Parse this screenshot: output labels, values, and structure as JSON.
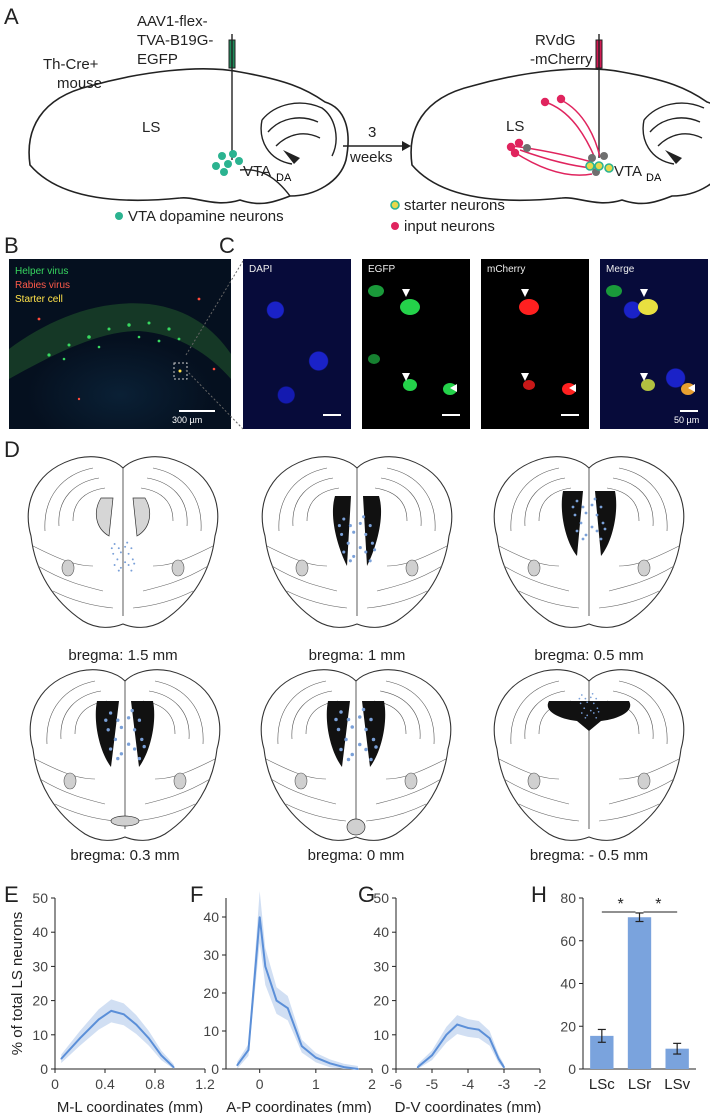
{
  "panelA": {
    "letter": "A",
    "mouse": "Th-Cre+ mouse",
    "mouse_l1": "Th-Cre+",
    "mouse_l2": "mouse",
    "virus1": [
      "AAV1-flex-",
      "TVA-B19G-",
      "EGFP"
    ],
    "region_ls": "LS",
    "vta": "VTA",
    "vta_sub": "DA",
    "weeks_num": "3",
    "weeks": "weeks",
    "legend_left": "VTA dopamine neurons",
    "virus2": [
      "RVdG",
      "-mCherry"
    ],
    "ls2": "LS",
    "legend_starter": "starter neurons",
    "legend_input": "input neurons",
    "colors": {
      "dopamine": "#2bb390",
      "starter": "#e8d84a",
      "input": "#e0245e",
      "gray": "#6f6f6f"
    }
  },
  "panelB": {
    "letter": "B",
    "labels": [
      {
        "text": "Helper virus",
        "color": "#38d860"
      },
      {
        "text": "Rabies virus",
        "color": "#ff5a4a"
      },
      {
        "text": "Starter cell",
        "color": "#ffe24a"
      }
    ],
    "scale": "300 µm"
  },
  "panelC": {
    "letter": "C",
    "tiles": [
      {
        "label": "DAPI",
        "scale": ""
      },
      {
        "label": "EGFP",
        "scale": ""
      },
      {
        "label": "mCherry",
        "scale": ""
      },
      {
        "label": "Merge",
        "scale": "50 µm"
      }
    ]
  },
  "panelD": {
    "letter": "D",
    "sections": [
      {
        "label": "bregma: 1.5 mm"
      },
      {
        "label": "bregma: 1 mm"
      },
      {
        "label": "bregma: 0.5 mm"
      },
      {
        "label": "bregma: 0.3 mm"
      },
      {
        "label": "bregma: 0 mm"
      },
      {
        "label": "bregma: - 0.5 mm"
      }
    ]
  },
  "chart_data": [
    {
      "panel": "E",
      "type": "line",
      "ylabel": "% of total LS neurons",
      "xlabel": "M-L coordinates (mm)",
      "xlim": [
        0,
        1.2
      ],
      "ylim": [
        0,
        50
      ],
      "xticks": [
        "0",
        "0.4",
        "0.8",
        "1.2"
      ],
      "yticks": [
        "0",
        "10",
        "20",
        "30",
        "40",
        "50"
      ],
      "x": [
        0.05,
        0.2,
        0.35,
        0.45,
        0.55,
        0.65,
        0.75,
        0.85,
        0.95
      ],
      "y": [
        3,
        9,
        14.5,
        17,
        16,
        13,
        9,
        4,
        0.5
      ]
    },
    {
      "panel": "F",
      "type": "line",
      "xlabel": "A-P coordinates (mm)",
      "xlim": [
        -0.6,
        2
      ],
      "ylim": [
        0,
        45
      ],
      "xticks": [
        "0",
        "1",
        "2"
      ],
      "yticks": [
        "0",
        "10",
        "20",
        "30",
        "40"
      ],
      "x": [
        -0.4,
        -0.2,
        0,
        0.1,
        0.3,
        0.5,
        0.75,
        1.0,
        1.25,
        1.5,
        1.75
      ],
      "y": [
        1,
        5,
        40,
        27,
        18,
        16,
        6,
        3,
        1.5,
        0.5,
        0
      ]
    },
    {
      "panel": "G",
      "type": "line",
      "xlabel": "D-V coordinates (mm)",
      "xlim": [
        -6,
        -2
      ],
      "ylim": [
        0,
        50
      ],
      "xticks": [
        "-6",
        "-5",
        "-4",
        "-3",
        "-2"
      ],
      "yticks": [
        "0",
        "10",
        "20",
        "30",
        "40",
        "50"
      ],
      "x": [
        -5.4,
        -5.0,
        -4.6,
        -4.3,
        -4.0,
        -3.7,
        -3.4,
        -3.15,
        -3.0
      ],
      "y": [
        0.5,
        4,
        10,
        13,
        12,
        11.5,
        9,
        3,
        0.5
      ]
    },
    {
      "panel": "H",
      "type": "bar",
      "categories": [
        "LSc",
        "LSr",
        "LSv"
      ],
      "values": [
        15.5,
        71,
        9.5
      ],
      "errors": [
        3,
        2,
        2.5
      ],
      "ylim": [
        0,
        80
      ],
      "yticks": [
        "0",
        "20",
        "40",
        "60",
        "80"
      ],
      "sig": [
        "*",
        "*"
      ]
    }
  ]
}
